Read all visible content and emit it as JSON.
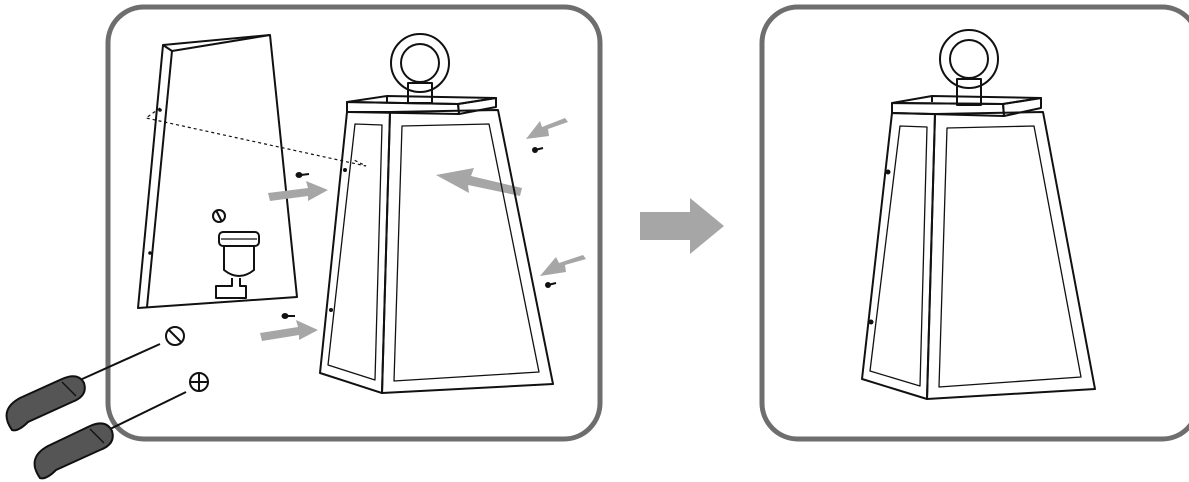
{
  "diagram": {
    "panels": [
      {
        "id": "step-assembly",
        "contents": [
          "back-panel",
          "lamp-socket",
          "lantern-body",
          "screws",
          "slotted-screwdriver",
          "phillips-screwdriver"
        ]
      },
      {
        "id": "result",
        "contents": [
          "assembled-lantern"
        ]
      }
    ],
    "screw_heads": [
      "slotted",
      "phillips"
    ],
    "colors": {
      "frame": "#6e6e6e",
      "arrow": "#a6a6a6",
      "line": "#111111",
      "handle": "#555555"
    }
  }
}
